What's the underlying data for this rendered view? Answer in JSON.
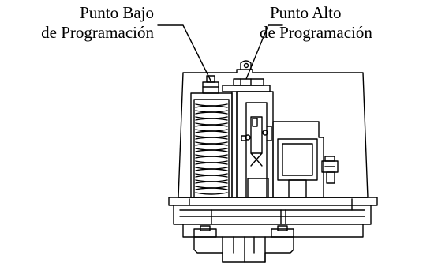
{
  "labels": {
    "low_point_line1": "Punto Bajo",
    "low_point_line2": "de Programación",
    "high_point_line1": "Punto Alto",
    "high_point_line2": "de Programación"
  },
  "colors": {
    "stroke": "#000000",
    "background": "#ffffff"
  }
}
